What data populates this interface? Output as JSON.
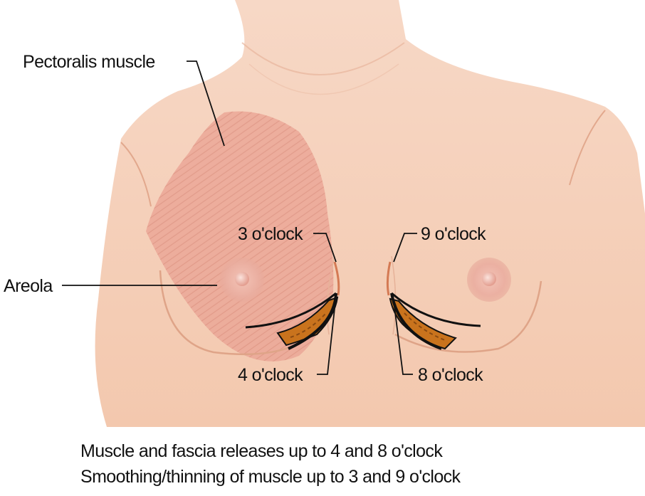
{
  "labels": {
    "pectoralis": "Pectoralis muscle",
    "areola": "Areola",
    "three": "3 o'clock",
    "nine": "9 o'clock",
    "four": "4 o'clock",
    "eight": "8 o'clock"
  },
  "caption": [
    "Muscle and fascia releases up to 4 and 8 o'clock",
    "Smoothing/thinning of muscle up to 3 and 9 o'clock"
  ],
  "colors": {
    "skin": "#f6d1bb",
    "skin_shadow": "#e6ae93",
    "muscle": "#e9a594",
    "areola": "#ebb2a5",
    "release": "#c9731d",
    "outline": "#111111"
  }
}
